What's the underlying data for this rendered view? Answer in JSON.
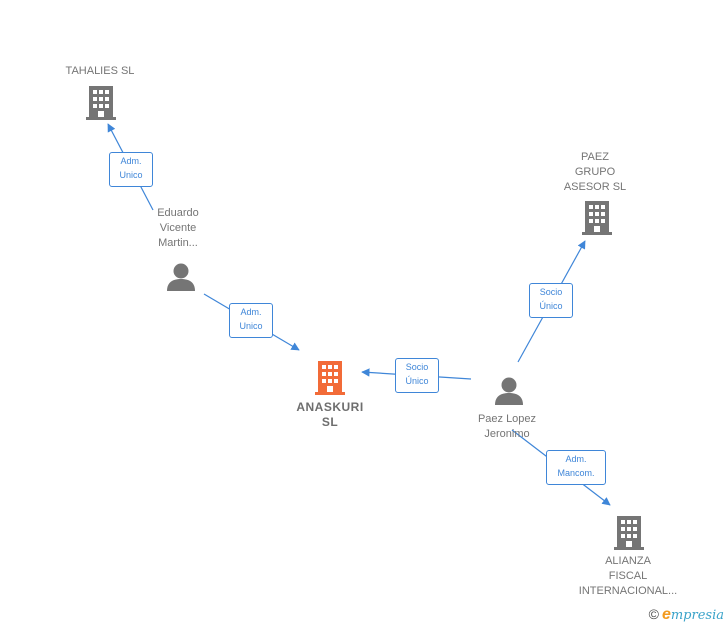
{
  "colors": {
    "edge": "#3f86d8",
    "node": "#757575",
    "focus": "#f26b38"
  },
  "nodes": {
    "tahalies": {
      "label": "TAHALIES SL",
      "icon": "building-icon"
    },
    "eduardo": {
      "label": "Eduardo\nVicente\nMartin...",
      "icon": "person-icon"
    },
    "anaskuri": {
      "label": "ANASKURI\nSL",
      "icon": "building-icon"
    },
    "paez_grupo": {
      "label": "PAEZ\nGRUPO\nASESOR  SL",
      "icon": "building-icon"
    },
    "paez_lopez": {
      "label": "Paez Lopez\nJeronimo",
      "icon": "person-icon"
    },
    "alianza": {
      "label": "ALIANZA\nFISCAL\nINTERNACIONAL...",
      "icon": "building-icon"
    }
  },
  "edges": {
    "e1": {
      "label": "Adm.\nUnico"
    },
    "e2": {
      "label": "Adm.\nUnico"
    },
    "e3": {
      "label": "Socio\nÚnico"
    },
    "e4": {
      "label": "Socio\nÚnico"
    },
    "e5": {
      "label": "Adm.\nMancom."
    }
  },
  "footer": {
    "copyright": "©",
    "brand_initial": "e",
    "brand_rest": "mpresia"
  }
}
